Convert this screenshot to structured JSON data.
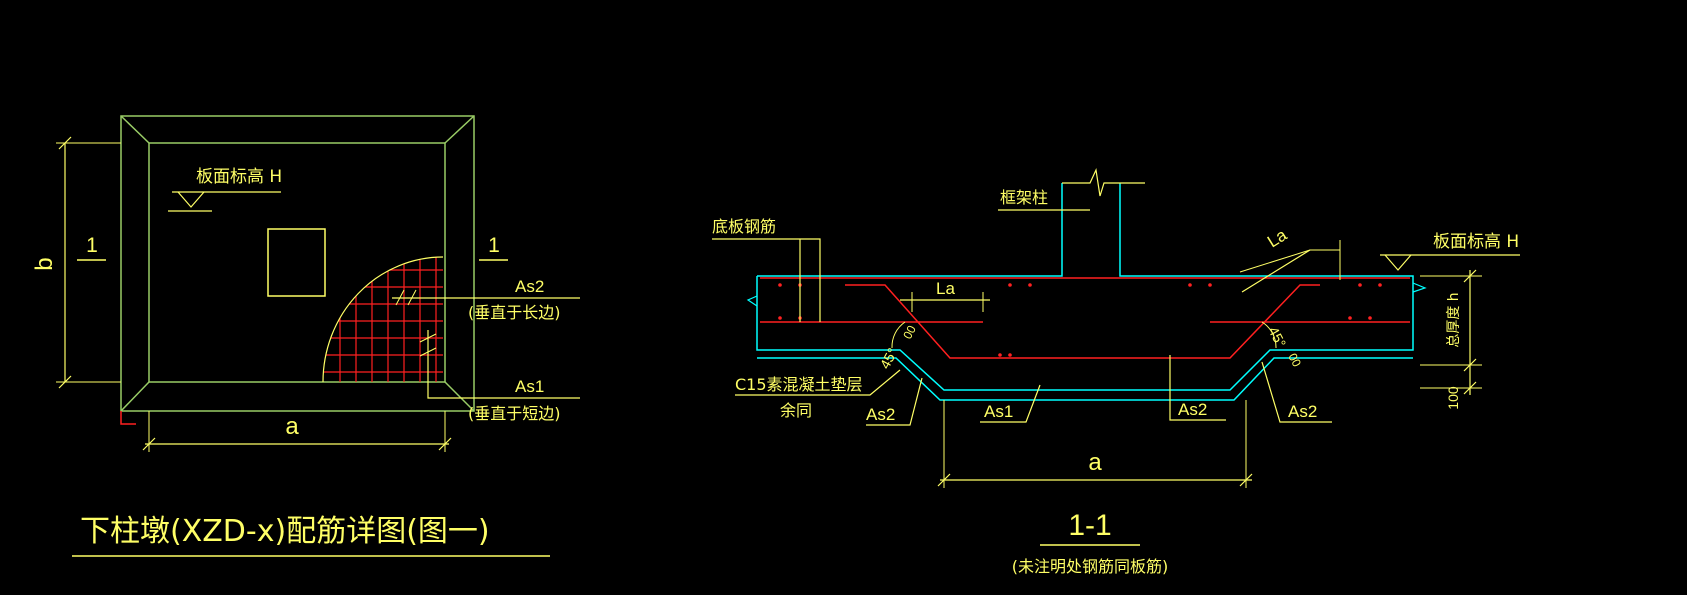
{
  "plan": {
    "label_b": "b",
    "label_a": "a",
    "section_mark_left": "1",
    "section_mark_right": "1",
    "slab_top_elev": "板面标高 H",
    "as2": "As2",
    "as2_note": "(垂直于长边)",
    "as1": "As1",
    "as1_note": "(垂直于短边)",
    "title": "下柱墩(XZD-x)配筋详图(图一)"
  },
  "section": {
    "bottom_rebar": "底板钢筋",
    "frame_column": "框架柱",
    "la_left": "La",
    "la_right": "La",
    "slab_top_elev": "板面标高 H",
    "total_thickness": "总厚度 h",
    "dim_100": "100",
    "angle_left": "45°",
    "angle_left_sub": "00",
    "angle_right": "45°",
    "angle_right_sub": "00",
    "cushion": "C15素混凝土垫层",
    "cushion_2": "余同",
    "as2_left": "As2",
    "as1": "As1",
    "as2_mid": "As2",
    "as2_right": "As2",
    "label_a": "a",
    "title": "1-1",
    "subtitle": "(未注明处钢筋同板筋)"
  },
  "colors": {
    "yellow": "#ffff66",
    "green": "#99cc66",
    "cyan": "#00ffff",
    "red": "#ff2020",
    "white": "#ffffff"
  }
}
